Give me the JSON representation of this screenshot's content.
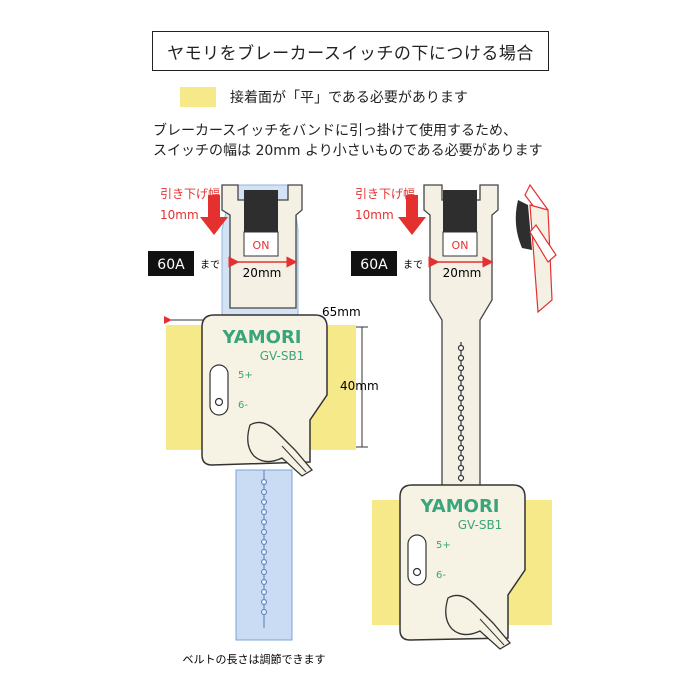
{
  "title": "ヤモリをブレーカースイッチの下につける場合",
  "legend": {
    "label": "接着面が「平」である必要があります",
    "color": "#f5e98a"
  },
  "description": {
    "line1": "ブレーカースイッチをバンドに引っ掛けて使用するため、",
    "line2": "スイッチの幅は 20mm より小さいものである必要があります"
  },
  "colors": {
    "arrow": "#e53030",
    "label_green": "#3aa57a",
    "device": "#f7f3e4",
    "band_blue": "#c9dcf3"
  },
  "left": {
    "pull_label": "引き下げ幅",
    "pull_value": "10mm",
    "switch_on": "ON",
    "switch_width": "20mm",
    "amp_badge": "60A",
    "amp_suffix": "まで",
    "width_dim": "65mm",
    "height_dim": "40mm",
    "brand": "YAMORI",
    "model": "GV-SB1",
    "terminal_pos": "5+",
    "terminal_neg": "6-",
    "footnote": "ベルトの長さは調節できます"
  },
  "right": {
    "pull_label": "引き下げ幅",
    "pull_value": "10mm",
    "switch_on": "ON",
    "switch_width": "20mm",
    "amp_badge": "60A",
    "amp_suffix": "まで",
    "brand": "YAMORI",
    "model": "GV-SB1",
    "terminal_pos": "5+",
    "terminal_neg": "6-"
  }
}
